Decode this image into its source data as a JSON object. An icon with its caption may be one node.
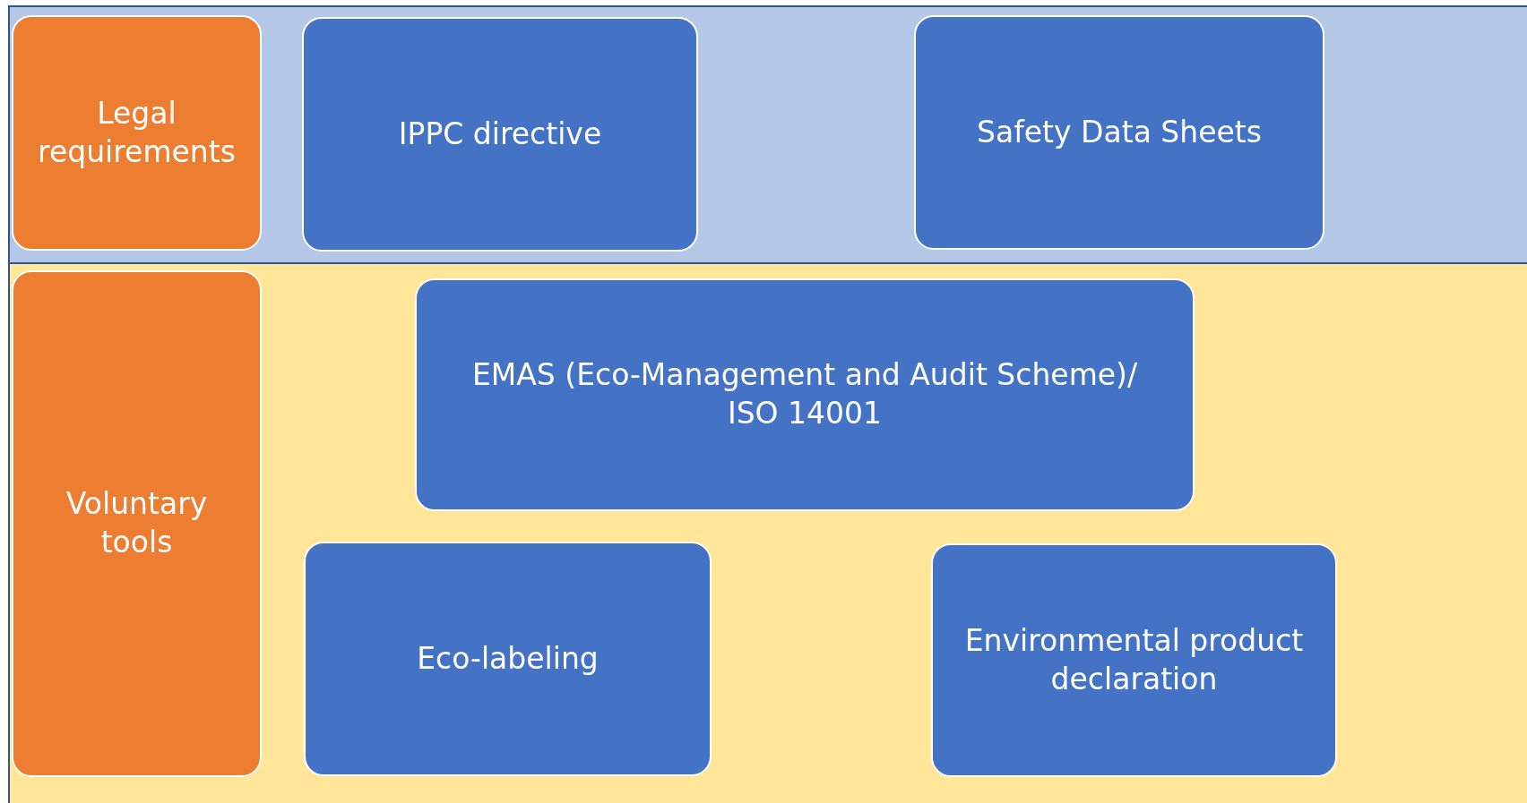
{
  "diagram": {
    "nodes": [
      {
        "text": [],
        "shape": "band"
      },
      {
        "text": [
          "Legal requirements"
        ],
        "in": 0
      },
      {
        "text": [
          "IPPC directive"
        ],
        "in": 0
      },
      {
        "text": [
          "Safety Data Sheets"
        ],
        "in": 0
      },
      {
        "text": [],
        "shape": "band"
      },
      {
        "text": [
          "Voluntary tools"
        ],
        "in": 4
      },
      {
        "text": [
          "EMAS (Eco-Management and Audit Scheme)/ ISO 14001"
        ],
        "in": 4
      },
      {
        "text": [
          "Eco-labeling"
        ],
        "in": 4
      },
      {
        "text": [
          "Environmental product declaration"
        ],
        "in": 4
      }
    ]
  }
}
